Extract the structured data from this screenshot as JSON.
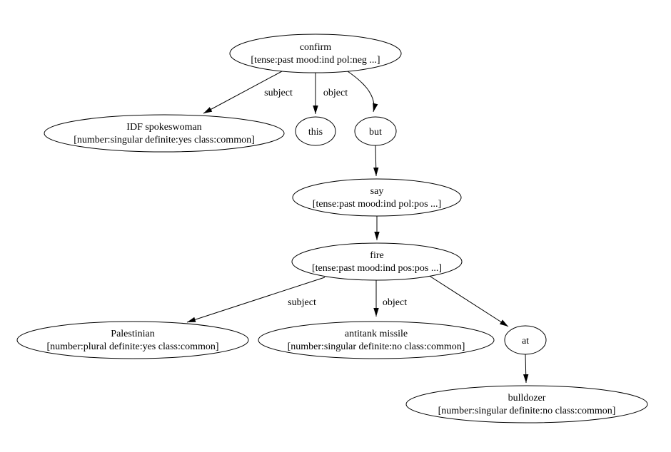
{
  "figure": {
    "background_color": "#ffffff",
    "stroke_color": "#000000",
    "text_color": "#000000",
    "kind": "dependency-parse-graph"
  },
  "graph": {
    "nodes": {
      "confirm": {
        "label": "confirm",
        "features": "[tense:past mood:ind pol:neg ...]"
      },
      "idf_spokeswoman": {
        "label": "IDF spokeswoman",
        "features": "[number:singular definite:yes class:common]"
      },
      "this": {
        "label": "this"
      },
      "but": {
        "label": "but"
      },
      "say": {
        "label": "say",
        "features": "[tense:past mood:ind pol:pos ...]"
      },
      "fire": {
        "label": "fire",
        "features": "[tense:past mood:ind pos:pos ...]"
      },
      "palestinian": {
        "label": "Palestinian",
        "features": "[number:plural definite:yes class:common]"
      },
      "antitank_missile": {
        "label": "antitank missile",
        "features": "[number:singular definite:no class:common]"
      },
      "at": {
        "label": "at"
      },
      "bulldozer": {
        "label": "bulldozer",
        "features": "[number:singular definite:no class:common]"
      }
    },
    "edges": [
      {
        "from": "confirm",
        "to": "idf_spokeswoman",
        "label": "subject"
      },
      {
        "from": "confirm",
        "to": "this",
        "label": "object"
      },
      {
        "from": "confirm",
        "to": "but",
        "label": ""
      },
      {
        "from": "but",
        "to": "say",
        "label": ""
      },
      {
        "from": "say",
        "to": "fire",
        "label": ""
      },
      {
        "from": "fire",
        "to": "palestinian",
        "label": "subject"
      },
      {
        "from": "fire",
        "to": "antitank_missile",
        "label": "object"
      },
      {
        "from": "fire",
        "to": "at",
        "label": ""
      },
      {
        "from": "at",
        "to": "bulldozer",
        "label": ""
      }
    ]
  }
}
